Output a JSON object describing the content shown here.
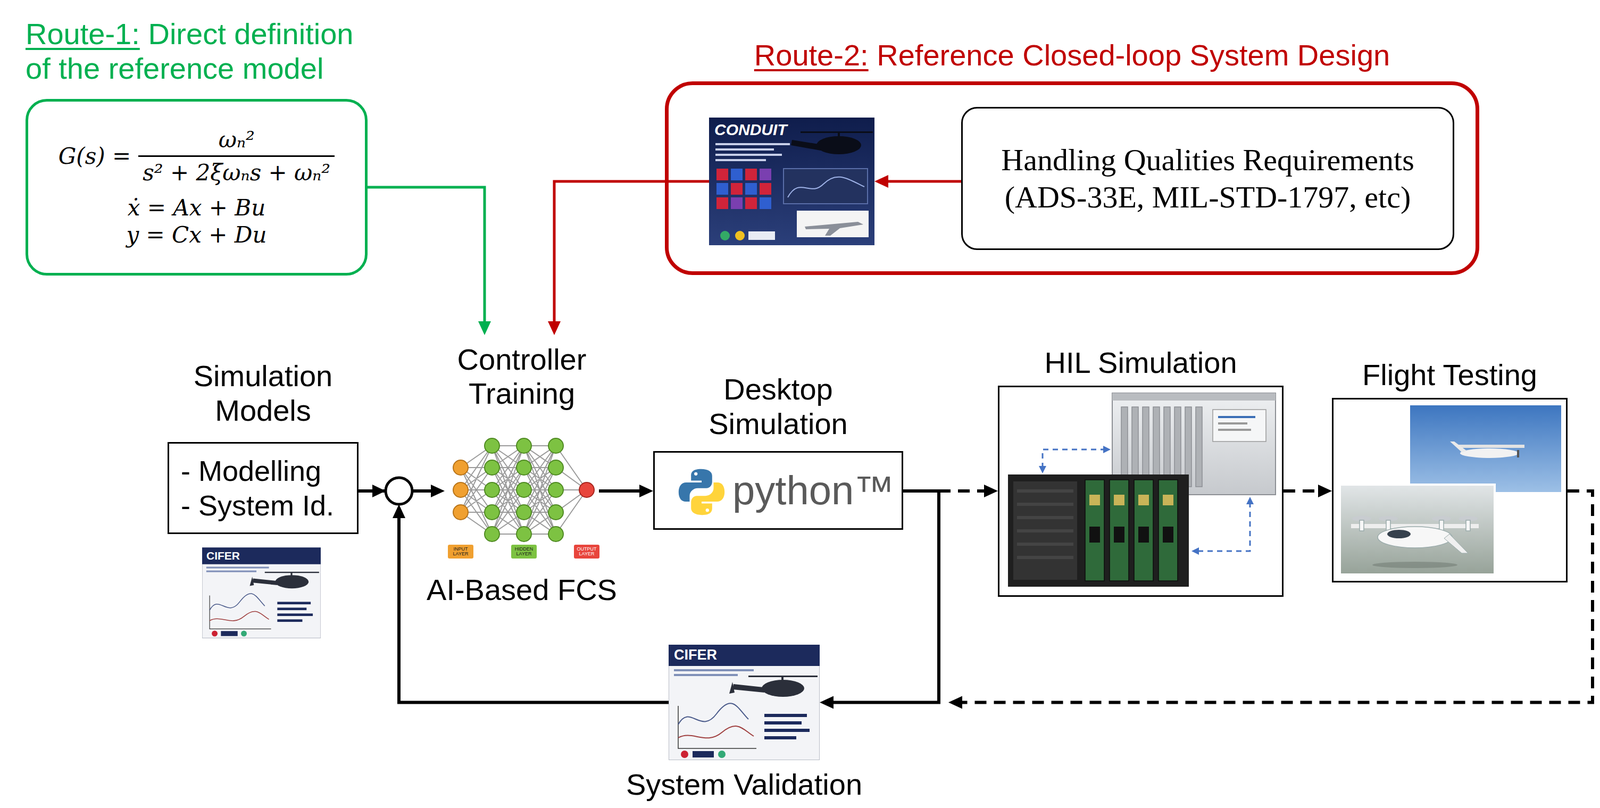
{
  "diagram": {
    "nodes": [
      {
        "text": [
          "Route-1:",
          "Direct definition of the reference model",
          "G(s) =",
          "ωₙ²",
          "s² + 2ξωₙs + ωₙ²",
          "ẋ = Ax + Bu",
          "y = Cx + Du"
        ]
      },
      {
        "text": [
          "Route-2:",
          "Reference Closed-loop System Design"
        ]
      },
      {
        "text": [
          "CONDUIT"
        ],
        "in": 1
      },
      {
        "text": [
          "Handling Qualities Requirements (ADS-33E, MIL-STD-1797, etc)"
        ],
        "in": 1
      },
      {
        "text": [
          "Simulation Models",
          "- Modelling",
          "- System Id.",
          "CIFER"
        ]
      },
      {
        "text": [
          "Controller Training",
          "AI-Based FCS"
        ]
      },
      {
        "text": [
          "Desktop Simulation",
          "python™"
        ]
      },
      {
        "text": [
          "HIL Simulation"
        ]
      },
      {
        "text": [
          "Flight Testing"
        ]
      },
      {
        "text": [
          "CIFER",
          "System Validation"
        ]
      }
    ],
    "edges": [
      {
        "from": 0,
        "to": 5,
        "arrow": "to"
      },
      {
        "from": 3,
        "to": 2,
        "arrow": "to"
      },
      {
        "from": 2,
        "to": 5,
        "arrow": "to"
      },
      {
        "from": 4,
        "to": 5,
        "arrow": "to"
      },
      {
        "from": 5,
        "to": 6,
        "arrow": "to"
      },
      {
        "from": 6,
        "to": 7,
        "arrow": "to"
      },
      {
        "from": 7,
        "to": 8,
        "arrow": "to"
      },
      {
        "from": 8,
        "to": 9,
        "arrow": "to"
      },
      {
        "from": 6,
        "to": 9,
        "arrow": "to"
      },
      {
        "from": 9,
        "to": 5,
        "arrow": "to"
      }
    ],
    "legend": [
      {
        "text": "INPUT LAYER",
        "color": "#F0A030"
      },
      {
        "text": "HIDDEN LAYER",
        "color": "#7DC242"
      },
      {
        "text": "OUTPUT LAYER",
        "color": "#E8453C"
      }
    ]
  }
}
